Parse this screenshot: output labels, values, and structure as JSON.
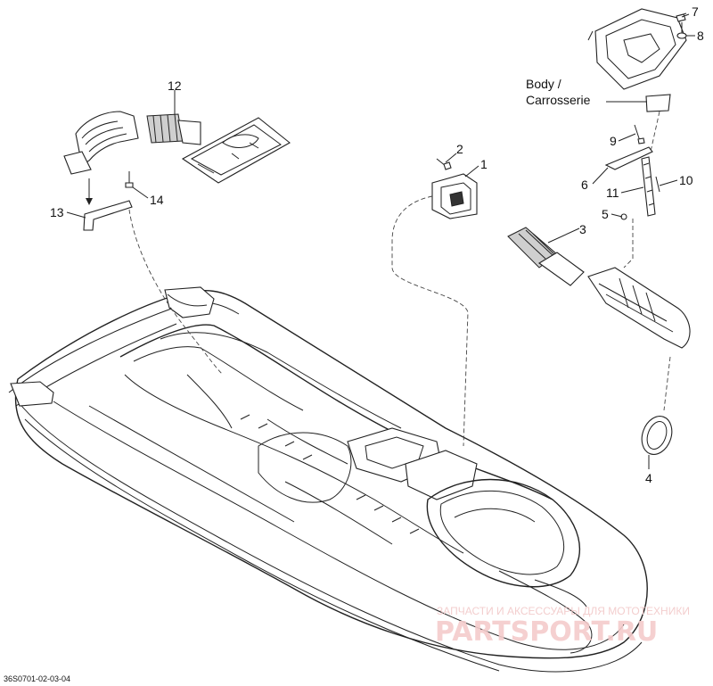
{
  "diagram": {
    "reference_code": "36S0701-02-03-04",
    "body_label_line1": "Body /",
    "body_label_line2": "Carrosserie",
    "callouts": [
      "1",
      "2",
      "3",
      "4",
      "5",
      "6",
      "7",
      "8",
      "9",
      "10",
      "11",
      "12",
      "13",
      "14"
    ],
    "watermark": {
      "subtitle": "ЗАПЧАСТИ И АКСЕССУАРЫ ДЛЯ МОТОТЕХНИКИ",
      "brand": "PARTSPORT.RU"
    }
  }
}
